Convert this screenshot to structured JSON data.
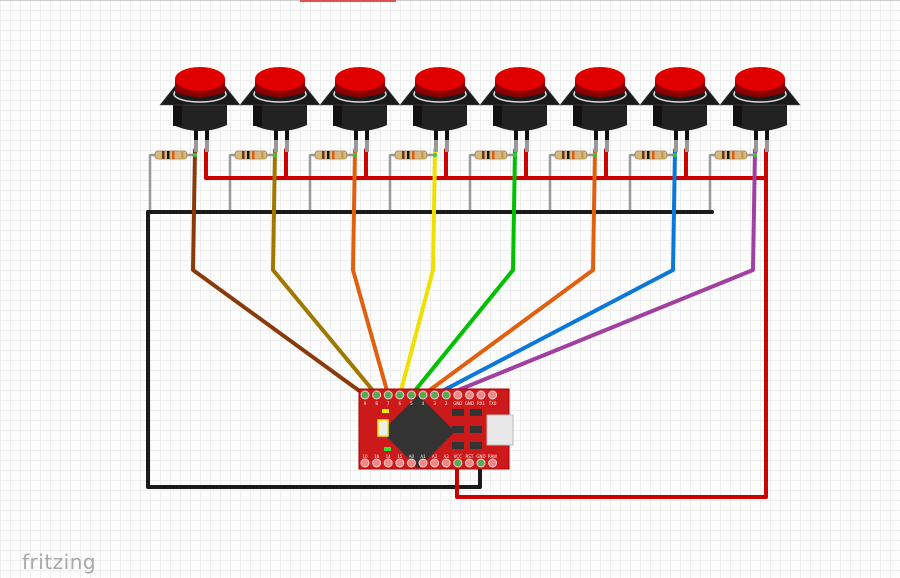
{
  "logo": "fritzing",
  "buttons": {
    "count": 8,
    "cap_color": "#e00000",
    "body_color": "#222222"
  },
  "board": {
    "color": "#cc1a1a",
    "top_pins": [
      "9",
      "8",
      "7",
      "6",
      "5",
      "4",
      "3",
      "2",
      "GND",
      "GND",
      "RX1",
      "TX0"
    ],
    "bottom_pins": [
      "10",
      "16",
      "14",
      "15",
      "A0",
      "A1",
      "A2",
      "A3",
      "VCC",
      "RST",
      "GND",
      "RAW"
    ]
  },
  "wires": {
    "signal_colors": [
      "#8a3a0a",
      "#a07800",
      "#e06010",
      "#f0e000",
      "#00c000",
      "#e06010",
      "#0a78d8",
      "#a040a0"
    ],
    "power_color": "#cc0000",
    "ground_color": "#1a1a1a",
    "resistor_lead_color": "#999999"
  }
}
